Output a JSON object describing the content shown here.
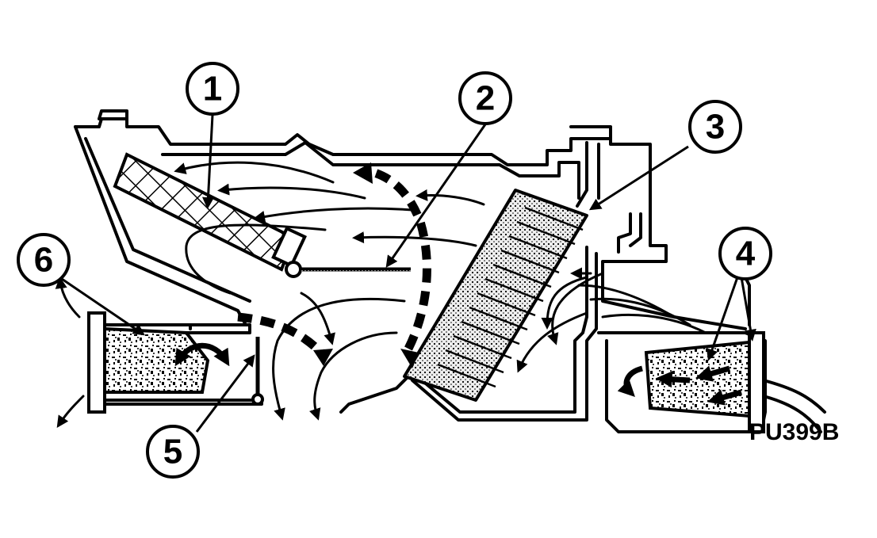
{
  "callouts": [
    "1",
    "2",
    "3",
    "4",
    "5",
    "6"
  ],
  "figure_code": "PU399B",
  "colors": {
    "ink": "#000000",
    "paper": "#ffffff"
  }
}
